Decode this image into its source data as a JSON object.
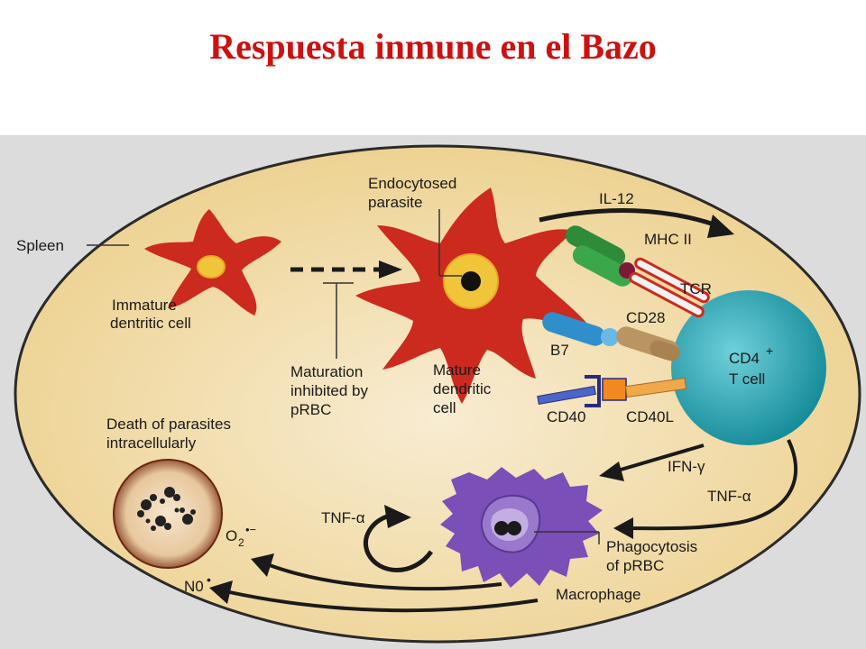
{
  "title": "Respuesta inmune en el Bazo",
  "labels": {
    "spleen": "Spleen",
    "immature_1": "Immature",
    "immature_2": "dentritic cell",
    "endocytosed_1": "Endocytosed",
    "endocytosed_2": "parasite",
    "il12": "IL-12",
    "mhc2": "MHC II",
    "tcr": "TCR",
    "cd28": "CD28",
    "b7": "B7",
    "cd4_1": "CD4",
    "cd4_sup": "+",
    "cd4_2": "T cell",
    "cd40": "CD40",
    "cd40l": "CD40L",
    "maturation_1": "Maturation",
    "maturation_2": "inhibited by",
    "maturation_3": "pRBC",
    "mature_1": "Mature",
    "mature_2": "dendritic",
    "mature_3": "cell",
    "death_1": "Death of parasites",
    "death_2": "intracellularly",
    "ifn": "IFN-γ",
    "tnf_right": "TNF-α",
    "tnf_left": "TNF-α",
    "o2": "O",
    "o2_sub": "2",
    "o2_sup": "•−",
    "no": "N0",
    "no_sup": "•",
    "phago_1": "Phagocytosis",
    "phago_2": "of pRBC",
    "macrophage": "Macrophage"
  },
  "colors": {
    "title": "#cc1111",
    "spleen_fill": "#efd18f",
    "dendritic_cell": "#cc2a1e",
    "t_cell": "#1aa3b3",
    "macrophage": "#7a4fb8",
    "mhc": "#2e8b3a",
    "dead_cell": "#8b3a1e"
  }
}
